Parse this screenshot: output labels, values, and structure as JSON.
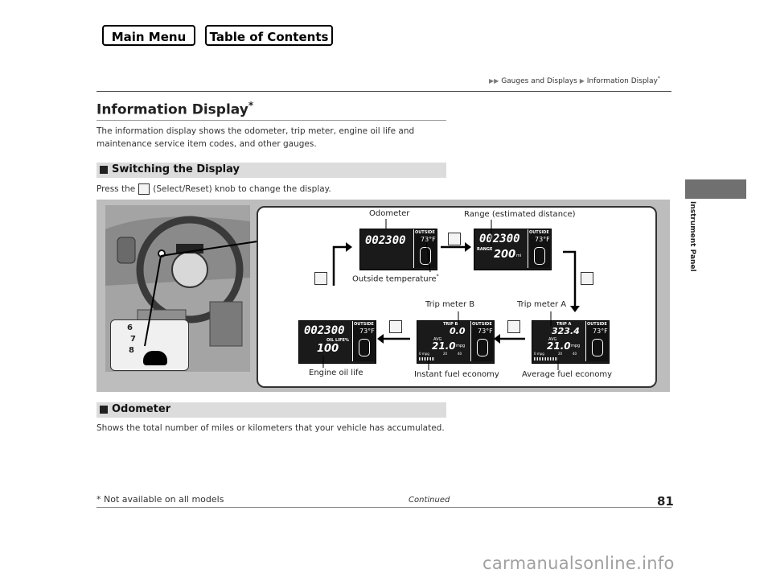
{
  "nav": {
    "main_menu": "Main Menu",
    "toc": "Table of Contents"
  },
  "breadcrumb": {
    "part1": "Gauges and Displays",
    "part2": "Information Display",
    "star": "*"
  },
  "sidebar": {
    "label": "Instrument Panel"
  },
  "title": {
    "text": "Information Display",
    "star": "*"
  },
  "intro": {
    "line1": "The information display shows the odometer, trip meter, engine oil life and",
    "line2": "maintenance service item codes, and other gauges."
  },
  "section1": {
    "heading": "Switching the Display",
    "text_before": "Press the",
    "text_after": "(Select/Reset) knob to change the display."
  },
  "figure": {
    "labels": {
      "odometer": "Odometer",
      "range": "Range (estimated distance)",
      "outside_temp": "Outside temperature",
      "outside_temp_star": "*",
      "trip_b": "Trip meter B",
      "trip_a": "Trip meter A",
      "engine_oil": "Engine oil life",
      "instant_fuel": "Instant fuel economy",
      "average_fuel": "Average fuel economy"
    },
    "screens": {
      "s1": {
        "odo": "002300",
        "tag": "OUTSIDE",
        "temp": "73°F"
      },
      "s2": {
        "odo": "002300",
        "tag": "OUTSIDE",
        "temp": "73°F",
        "sub": "RANGE",
        "val": "200",
        "unit": "mi"
      },
      "s3": {
        "tag": "OUTSIDE",
        "temp": "73°F",
        "trip": "TRIP A",
        "tripval": "323.4",
        "avg": "AVG",
        "fuel": "21.0",
        "unit": "mpg",
        "scale0": "0",
        "scale1": "20",
        "scale2": "40",
        "scaleunit": "mpg"
      },
      "s4": {
        "tag": "OUTSIDE",
        "temp": "73°F",
        "trip": "TRIP B",
        "tripval": "0.0",
        "avg": "AVG",
        "fuel": "21.0",
        "unit": "mpg",
        "scale0": "0",
        "scale1": "20",
        "scale2": "40",
        "scaleunit": "mpg"
      },
      "s5": {
        "odo": "002300",
        "tag": "OUTSIDE",
        "temp": "73°F",
        "sub": "OIL LIFE%",
        "val": "100"
      }
    },
    "gauge_numbers": [
      "6",
      "7",
      "8"
    ]
  },
  "section2": {
    "heading": "Odometer",
    "text": "Shows the total number of miles or kilometers that your vehicle has accumulated."
  },
  "footer": {
    "note": "* Not available on all models",
    "continued": "Continued",
    "page": "81"
  },
  "watermark": "carmanualsonline.info"
}
